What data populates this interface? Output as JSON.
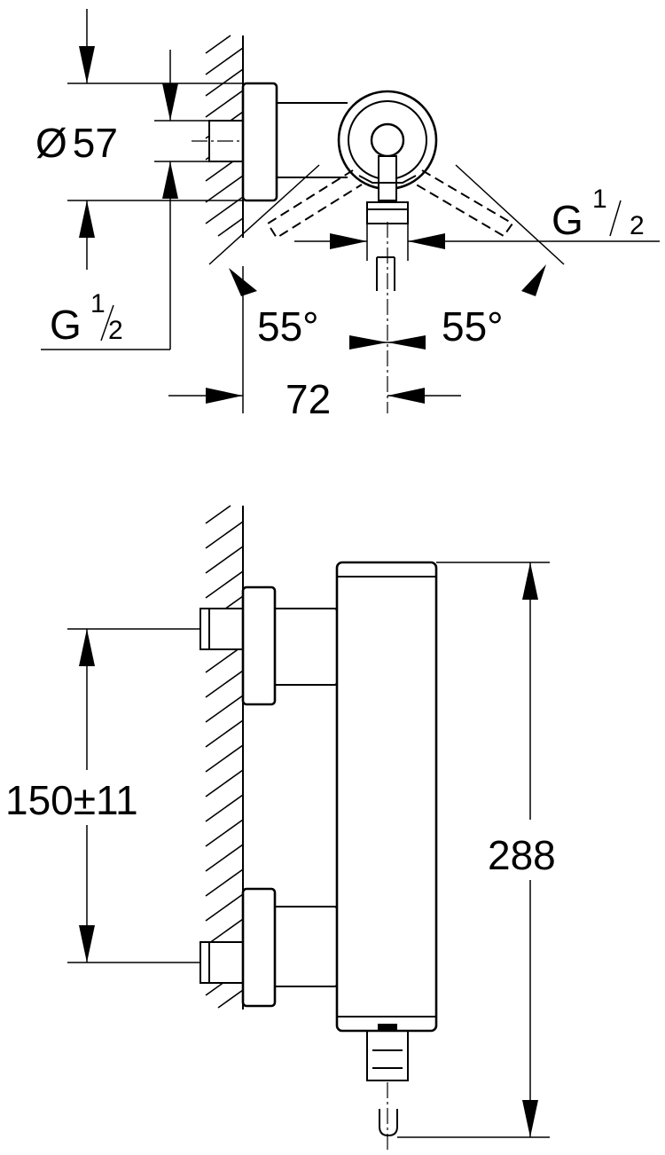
{
  "dimensions": {
    "diameter_symbol": "Ø",
    "diameter_value": "57",
    "thread_prefix": "G",
    "thread_num": "1",
    "thread_den": "2",
    "angle_left": "55°",
    "angle_right": "55°",
    "offset": "72",
    "spacing": "150±11",
    "height": "288"
  }
}
